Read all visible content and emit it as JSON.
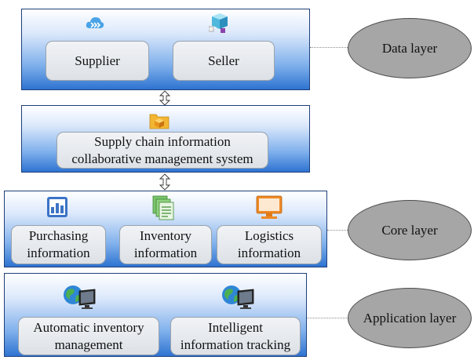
{
  "data_layer": {
    "supplier": "Supplier",
    "seller": "Seller",
    "label": "Data layer"
  },
  "middle": {
    "line1": "Supply chain information",
    "line2": "collaborative management system"
  },
  "core_layer": {
    "purchasing": [
      "Purchasing",
      "information"
    ],
    "inventory": [
      "Inventory",
      "information"
    ],
    "logistics": [
      "Logistics",
      "information"
    ],
    "label": "Core layer"
  },
  "application_layer": {
    "auto_inventory": [
      "Automatic inventory",
      "management"
    ],
    "tracking": [
      "Intelligent",
      "information tracking"
    ],
    "label": "Application layer"
  },
  "icons": {
    "supplier": "cloud-icon",
    "seller": "cube-icon",
    "system": "folder-package-icon",
    "purchasing": "bar-chart-icon",
    "inventory": "documents-icon",
    "logistics": "monitor-icon",
    "application": "globe-computer-icon"
  }
}
